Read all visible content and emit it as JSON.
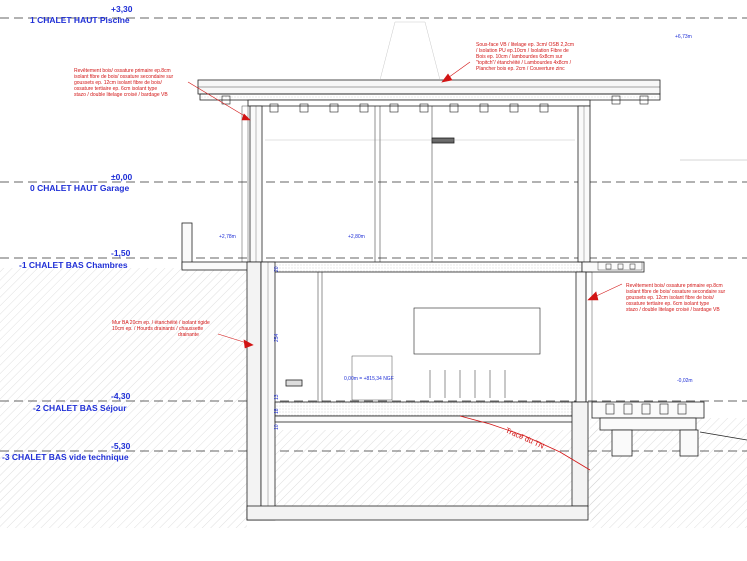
{
  "levels": [
    {
      "value": "+3,30",
      "name": "1 CHALET HAUT Piscine"
    },
    {
      "value": "±0,00",
      "name": "0 CHALET HAUT Garage"
    },
    {
      "value": "-1,50",
      "name": "-1 CHALET BAS Chambres"
    },
    {
      "value": "-4,30",
      "name": "-2 CHALET BAS Séjour"
    },
    {
      "value": "-5,30",
      "name": "-3 CHALET BAS vide technique"
    }
  ],
  "notes": {
    "left_wall": [
      "Revêtement bois/ ossature primaire ep.8cm",
      "isolant fibre de bois/ ossature secondaire sur",
      "goussets ep. 12cm isolant fibre de bois/",
      "ossature tertiaire ep. 6cm isolant type",
      "stazo / double litelage croisé / bardage VB"
    ],
    "roof": [
      "Sous-face VB / litelage ep. 3cm/ OSB 2,2cm",
      "/ Isolation PU ep.10cm / Isolation Fibre de",
      "Bois ep. 10cm / lambourdes 6x8cm sur",
      "\"topitch\"/ étanchéité / Lambourdes 4x8cm /",
      "Plancher bois ep. 2cm / Couverture zinc"
    ],
    "right_wall": [
      "Revêtement bois/ ossature primaire ep.8cm",
      "isolant fibre de bois/ ossature secondaire sur",
      "goussets ep. 12cm isolant fibre de bois/",
      "ossature tertiaire ep. 6cm isolant type",
      "stazo / double litelage croisé / bardage VB"
    ],
    "base_wall": [
      "Mur BA 20cm ep. / étanchéité / isolant rigide",
      "10cm ep. / Hourds drainants / chaussette",
      "drainante"
    ]
  },
  "dimensions": {
    "roof_top": "+6,73m",
    "left_terrace": "+2,78m",
    "upper_floor": "+2,80m",
    "zero_ngf": "0,00m = +815,34 NGF",
    "right_ground": "-0,02m",
    "v_top": "20",
    "v_mid": "254",
    "v_a": "13",
    "v_b": "18",
    "v_c": "10"
  },
  "terrain_label": "Tracé du TN",
  "colors": {
    "level": "#1f2fd6",
    "note": "#d21414",
    "line": "#222222"
  }
}
